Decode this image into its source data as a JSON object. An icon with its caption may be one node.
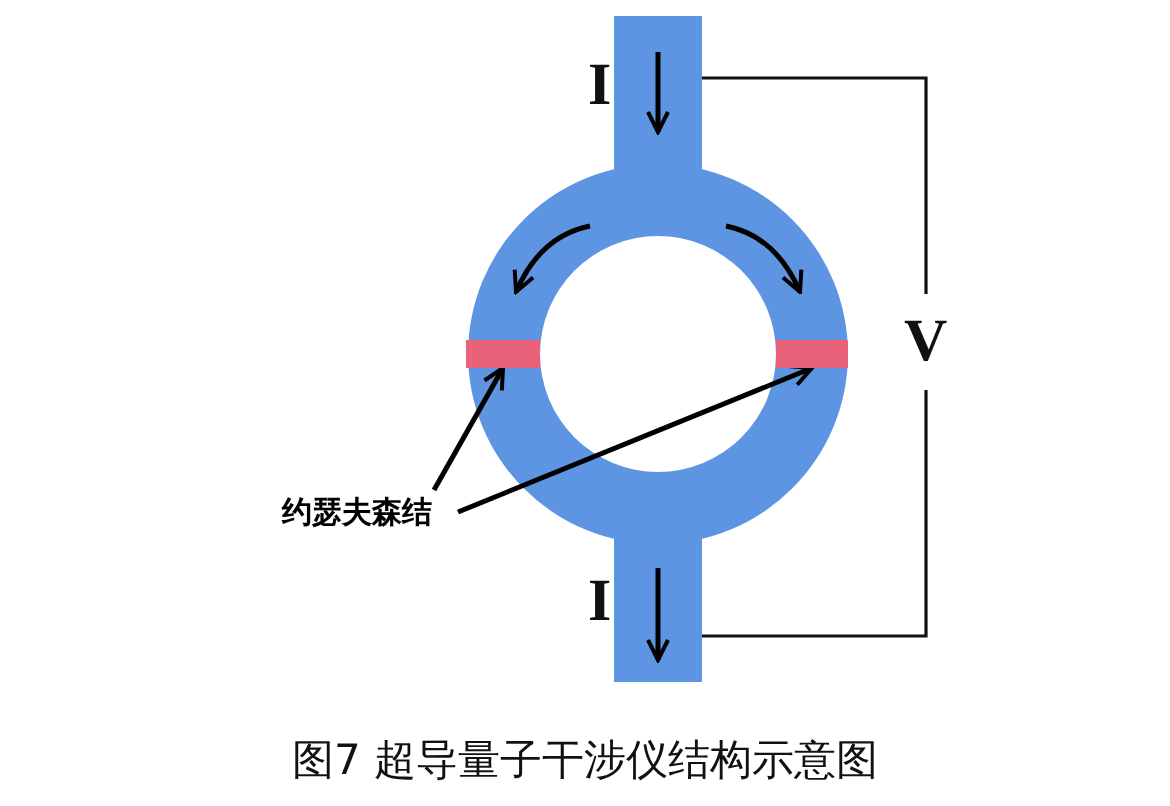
{
  "diagram": {
    "caption": "图7 超导量子干涉仪结构示意图",
    "nodes": [
      {
        "text": [
          "约瑟夫森结"
        ]
      },
      {
        "text": [],
        "shape": "bar"
      },
      {
        "text": [],
        "shape": "bar"
      }
    ],
    "edges": [
      {
        "from": 0,
        "to": 1,
        "arrow": "to"
      },
      {
        "from": 0,
        "to": 2,
        "arrow": "to"
      }
    ],
    "labels": [
      "I",
      "V",
      "I"
    ]
  }
}
